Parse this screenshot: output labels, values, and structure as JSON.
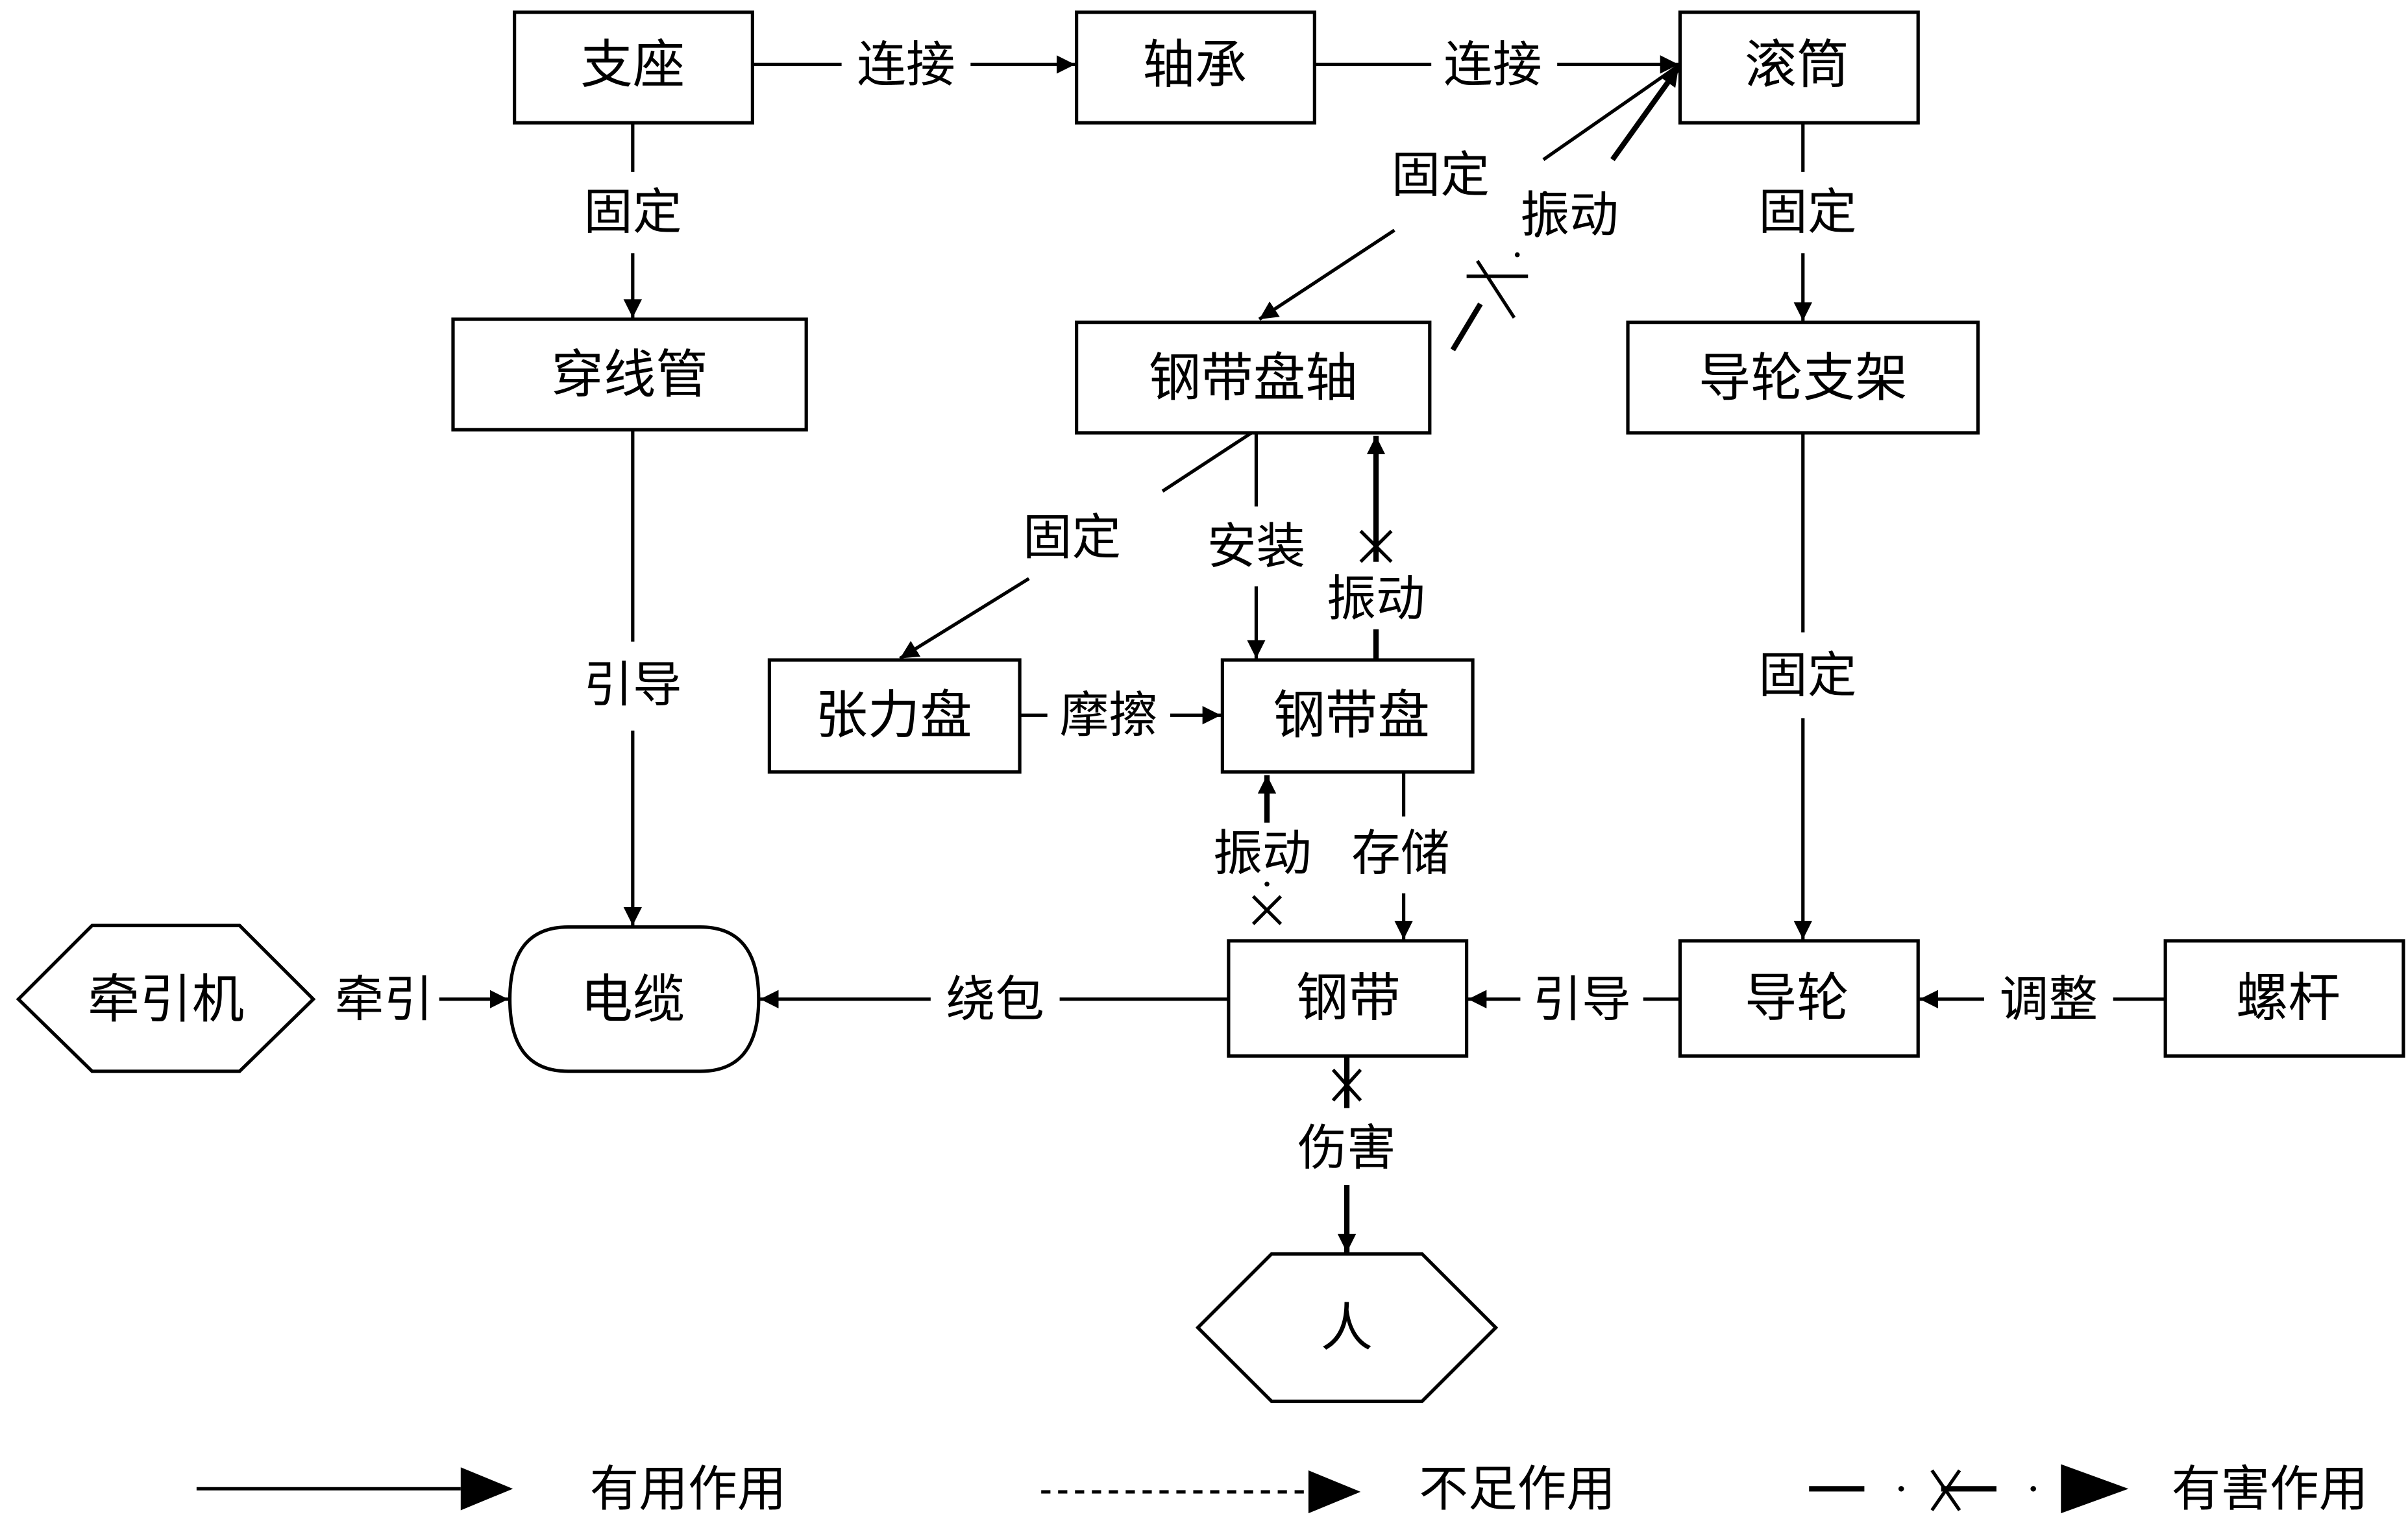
{
  "title": "钢带储带装置功能模型图",
  "nodes": {
    "zhizuo": "支座",
    "zhoucheng": "轴承",
    "guntong": "滚筒",
    "chuanxianguan": "穿线管",
    "gangdaipanzhou": "钢带盘轴",
    "daolunzhijia": "导轮支架",
    "zhanglipan": "张力盘",
    "gangdaipan": "钢带盘",
    "qianyinji": "牵引机",
    "dianlan": "电缆",
    "gangdai": "钢带",
    "daolun": "导轮",
    "luogan": "螺杆",
    "ren": "人"
  },
  "edges": {
    "zhizuo_zhoucheng": "连接",
    "zhoucheng_guntong": "连接",
    "zhizuo_chuanxianguan": "固定",
    "guntong_gangdaipanzhou": "固定",
    "gangdaipanzhou_guntong_harm": "振动",
    "guntong_daolunzhijia": "固定",
    "gangdaipanzhou_zhanglipan": "固定",
    "gangdaipanzhou_gangdaipan": "安装",
    "gangdaipan_gangdaipanzhou_harm": "振动",
    "chuanxianguan_dianlan": "引导",
    "daolunzhijia_daolun": "固定",
    "zhanglipan_gangdaipan": "摩擦",
    "gangdai_gangdaipan_harm": "振动",
    "gangdaipan_gangdai": "存储",
    "qianyinji_dianlan": "牵引",
    "gangdai_dianlan": "绕包",
    "daolun_gangdai": "引导",
    "luogan_daolun": "调整",
    "gangdai_ren_harm": "伤害"
  },
  "legend": {
    "useful": "有用作用",
    "insufficient": "不足作用",
    "harmful": "有害作用"
  }
}
